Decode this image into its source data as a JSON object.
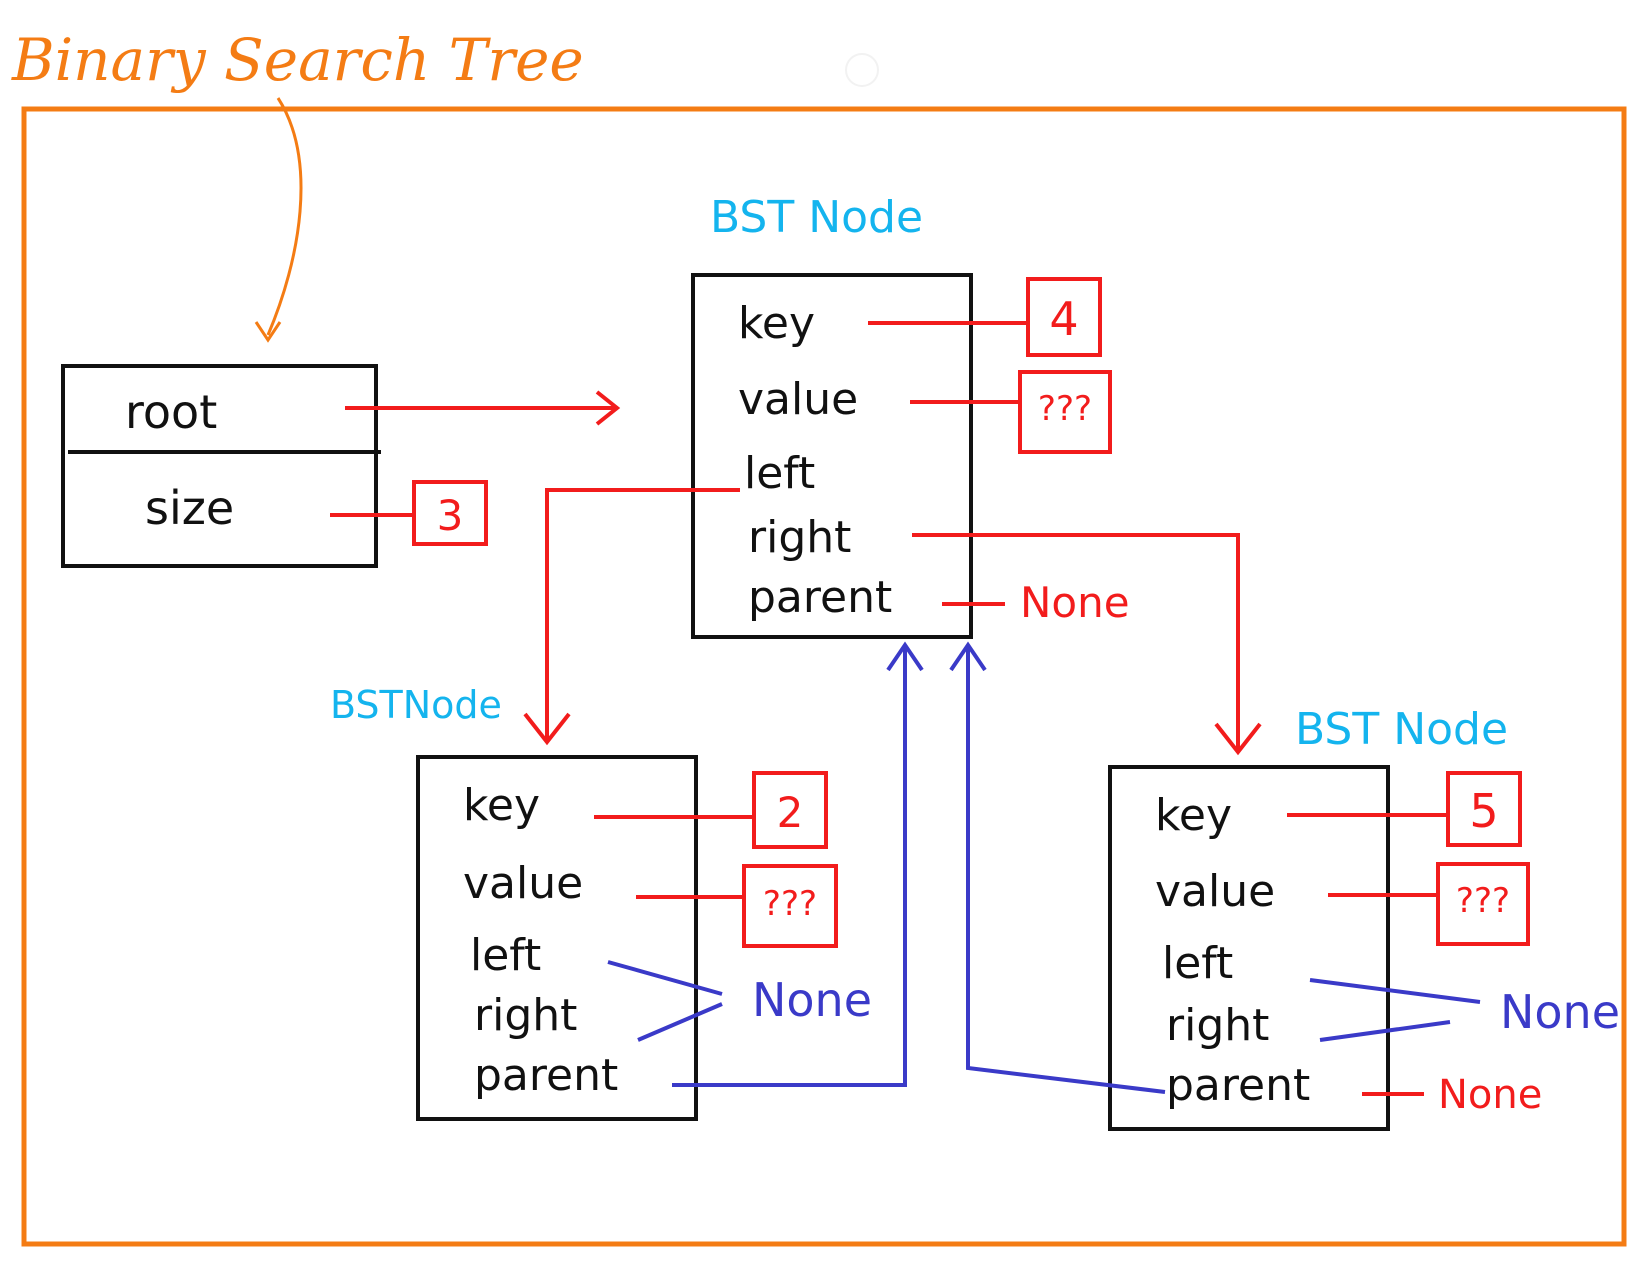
{
  "title": "Binary Search Tree",
  "colors": {
    "orange": "#f47c14",
    "black": "#111111",
    "red": "#f21c1c",
    "blue": "#3a3ac8",
    "cyan": "#14b4ee"
  },
  "bst": {
    "fields": [
      "root",
      "size"
    ],
    "size_value": "3"
  },
  "nodes": {
    "root": {
      "label": "BST Node",
      "fields": [
        "key",
        "value",
        "left",
        "right",
        "parent"
      ],
      "key_value": "4",
      "value_value": "???",
      "parent_value": "None"
    },
    "left": {
      "label": "BSTNode",
      "fields": [
        "key",
        "value",
        "left",
        "right",
        "parent"
      ],
      "key_value": "2",
      "value_value": "???",
      "none_value": "None"
    },
    "right": {
      "label": "BST Node",
      "fields": [
        "key",
        "value",
        "left",
        "right",
        "parent"
      ],
      "key_value": "5",
      "value_value": "???",
      "none_value": "None",
      "parent_value": "None"
    }
  }
}
